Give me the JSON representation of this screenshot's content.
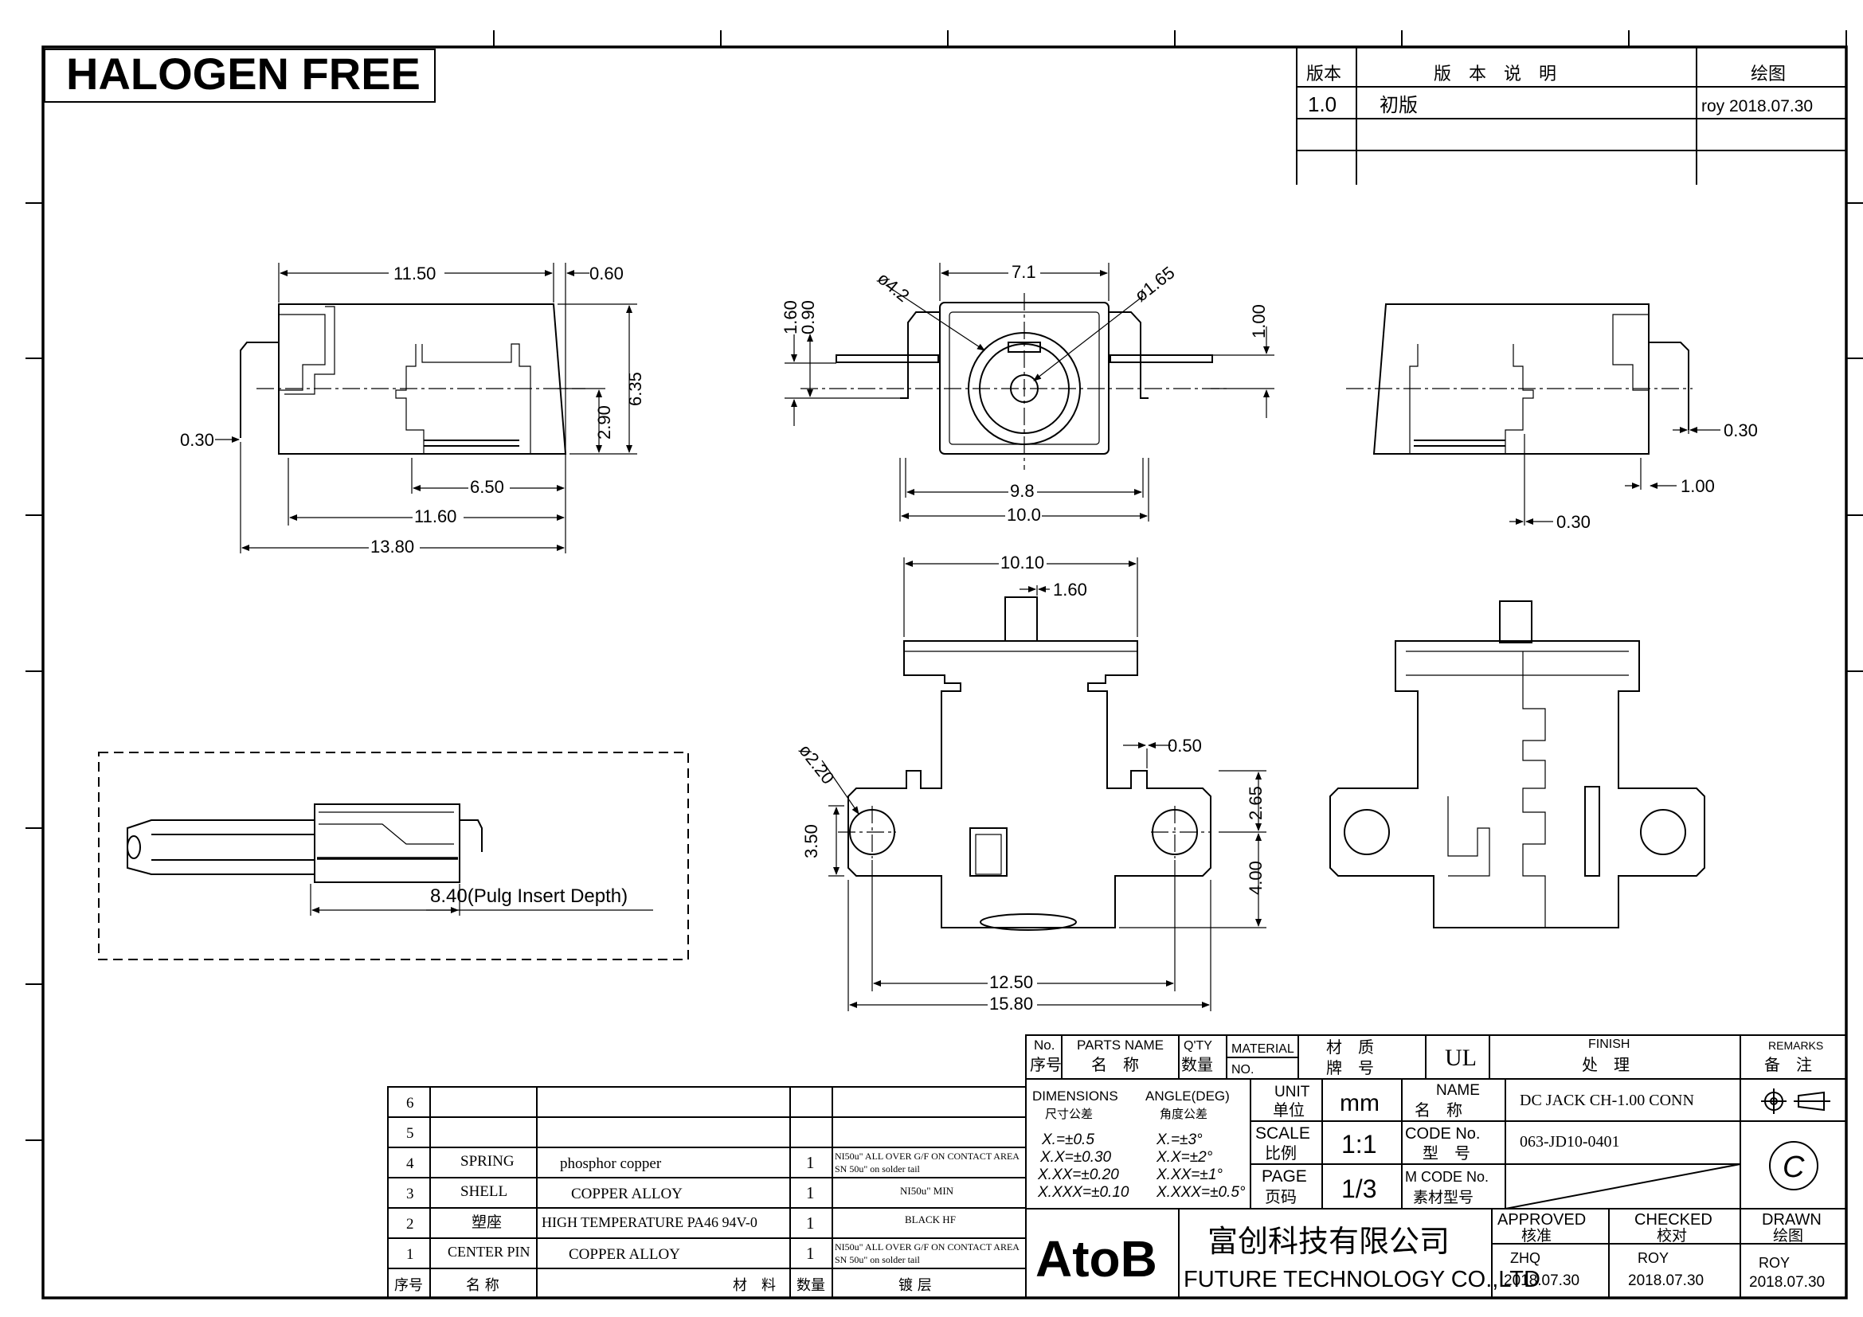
{
  "banner": {
    "text": "HALOGEN FREE"
  },
  "revision_table": {
    "headers": {
      "rev": "版本",
      "desc": "版　本　说　明",
      "drawn": "绘图"
    },
    "rows": [
      {
        "rev": "1.0",
        "desc": "初版",
        "drawn": "roy 2018.07.30"
      }
    ]
  },
  "dimensions": {
    "side_left": [
      "11.50",
      "0.60",
      "6.35",
      "2.90",
      "0.30",
      "6.50",
      "11.60",
      "13.80"
    ],
    "front": [
      "7.1",
      "ø4.2",
      "ø1.65",
      "1.60",
      "0.90",
      "1.00",
      "9.8",
      "10.0"
    ],
    "side_right": [
      "0.30",
      "1.00",
      "0.30"
    ],
    "top_view": [
      "10.10",
      "1.60",
      "0.50",
      "ø2.20",
      "3.50",
      "2.65",
      "4.00",
      "12.50",
      "15.80"
    ],
    "plug_note": "8.40(Pulg Insert Depth)"
  },
  "bom": {
    "headers": {
      "no": "序号",
      "name": "名 称",
      "material": "材　料",
      "qty": "数量",
      "plating": "镀 层"
    },
    "rows": [
      {
        "no": "6",
        "name": "",
        "material": "",
        "qty": "",
        "plating": ""
      },
      {
        "no": "5",
        "name": "",
        "material": "",
        "qty": "",
        "plating": ""
      },
      {
        "no": "4",
        "name": "SPRING",
        "material": "phosphor copper",
        "qty": "1",
        "plating": "NI50u\" ALL OVER G/F ON CONTACT AREA  SN 50u\" on solder tail"
      },
      {
        "no": "3",
        "name": "SHELL",
        "material": "COPPER ALLOY",
        "qty": "1",
        "plating": "NI50u\" MIN"
      },
      {
        "no": "2",
        "name": "塑座",
        "material": "HIGH TEMPERATURE PA46 94V-0",
        "qty": "1",
        "plating": "BLACK HF"
      },
      {
        "no": "1",
        "name": "CENTER PIN",
        "material": "COPPER ALLOY",
        "qty": "1",
        "plating": "NI50u\" ALL OVER G/F ON CONTACT AREA SN 50u\" on solder tail"
      }
    ]
  },
  "title_block": {
    "header": {
      "no_en": "No.",
      "no_cn": "序号",
      "parts_en": "PARTS NAME",
      "parts_cn": "名　称",
      "qty_en": "Q'TY",
      "qty_cn": "数量",
      "material_en": "MATERIAL",
      "material_cn": "材　质",
      "mat_no_en": "NO.",
      "mat_no_cn": "牌　号",
      "material_value": "UL",
      "finish_en": "FINISH",
      "finish_cn": "处　理",
      "remarks_en": "REMARKS",
      "remarks_cn": "备　注"
    },
    "tolerances": {
      "dim_en": "DIMENSIONS",
      "dim_cn": "尺寸公差",
      "ang_en": "ANGLE(DEG)",
      "ang_cn": "角度公差",
      "lin": [
        "X.=±0.5",
        "X.X=±0.30",
        "X.XX=±0.20",
        "X.XXX=±0.10"
      ],
      "ang": [
        "X.=±3°",
        "X.X=±2°",
        "X.XX=±1°",
        "X.XXX=±0.5°"
      ]
    },
    "unit": {
      "en": "UNIT",
      "cn": "单位",
      "value": "mm"
    },
    "scale": {
      "en": "SCALE",
      "cn": "比例",
      "value": "1:1"
    },
    "page": {
      "en": "PAGE",
      "cn": "页码",
      "value": "1/3"
    },
    "name": {
      "en": "NAME",
      "cn": "名　称",
      "value": "DC JACK  CH-1.00 CONN"
    },
    "code": {
      "en": "CODE  No.",
      "cn": "型　号",
      "value": "063-JD10-0401"
    },
    "mcode": {
      "en": "M CODE No.",
      "cn": "素材型号",
      "value": ""
    },
    "copyright": "C",
    "company": {
      "logo": "AtoB",
      "cn": "富创科技有限公司",
      "en": "FUTURE  TECHNOLOGY  CO.,LTD"
    },
    "approved": {
      "en": "APPROVED",
      "cn": "核准",
      "who": "ZHQ",
      "date": "2018.07.30"
    },
    "checked": {
      "en": "CHECKED",
      "cn": "校对",
      "who": "ROY",
      "date": "2018.07.30"
    },
    "drawn": {
      "en": "DRAWN",
      "cn": "绘图",
      "who": "ROY",
      "date": "2018.07.30"
    }
  }
}
